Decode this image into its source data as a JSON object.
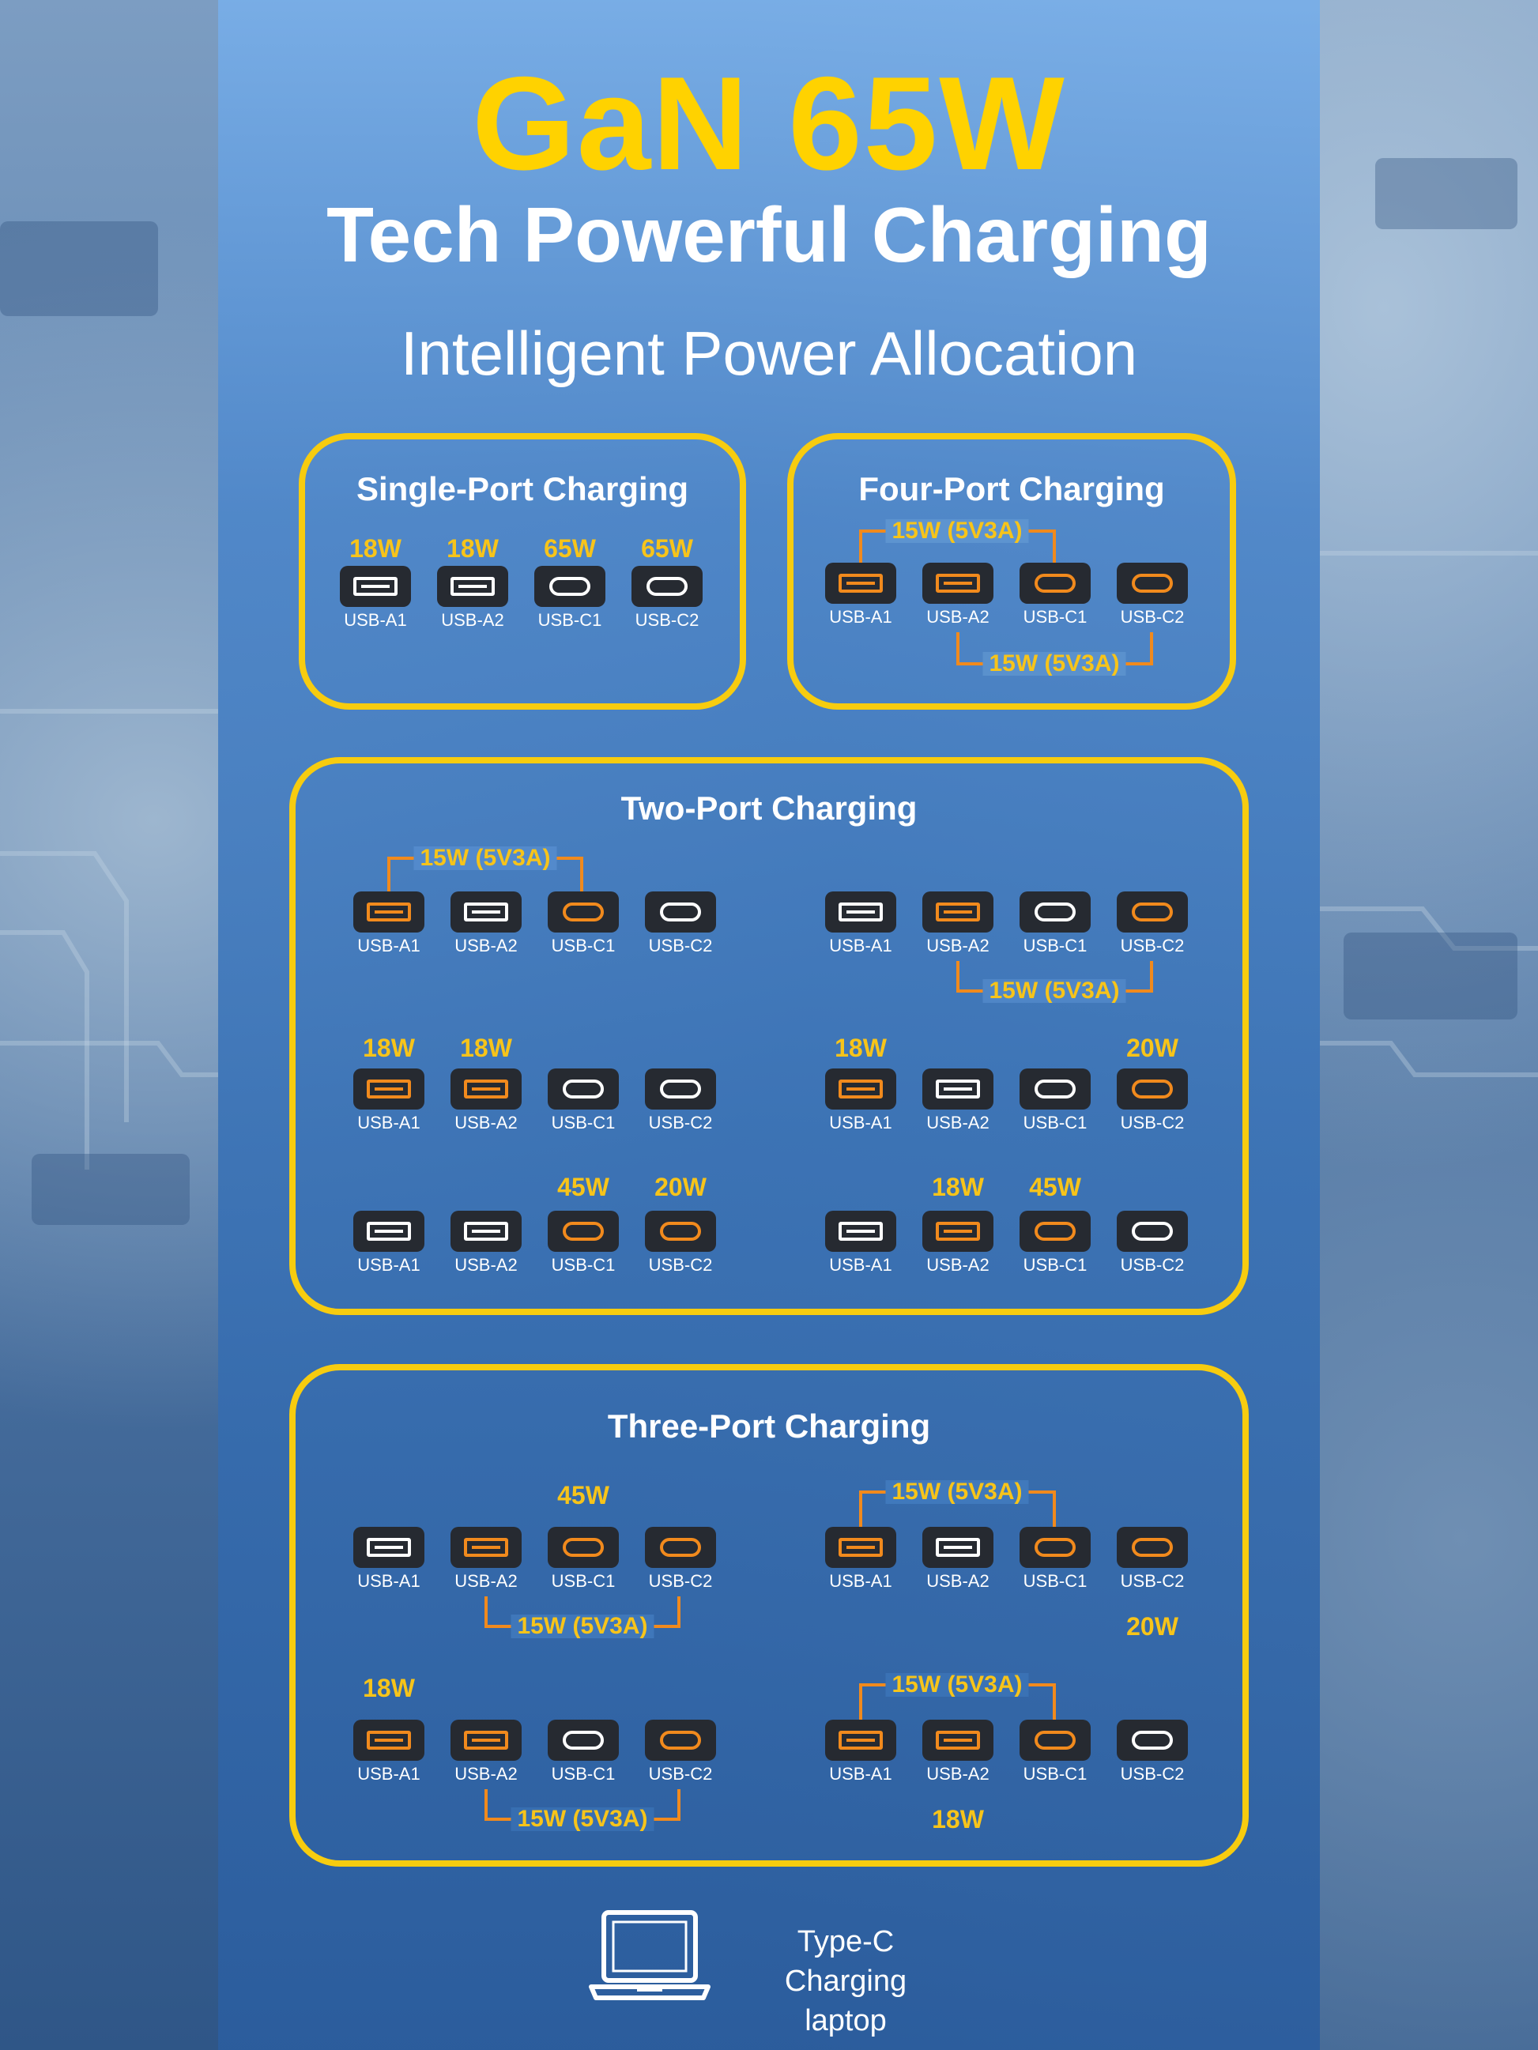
{
  "header": {
    "title": "GaN 65W",
    "subtitle": "Tech Powerful Charging",
    "section": "Intelligent Power Allocation"
  },
  "colors": {
    "accent_yellow": "#f7cc0f",
    "active_port": "#f18a1d",
    "inactive_port": "#ffffff"
  },
  "port_labels": [
    "USB-A1",
    "USB-A2",
    "USB-C1",
    "USB-C2"
  ],
  "boxes": {
    "single": {
      "title": "Single-Port Charging",
      "watts": [
        "18W",
        "18W",
        "65W",
        "65W"
      ]
    },
    "four": {
      "title": "Four-Port Charging",
      "shared_top": "15W (5V3A)",
      "shared_bottom": "15W (5V3A)"
    },
    "two": {
      "title": "Two-Port Charging",
      "combo1": {
        "shared": "15W (5V3A)"
      },
      "combo2": {
        "shared": "15W (5V3A)"
      },
      "combo3": {
        "w_a1": "18W",
        "w_a2": "18W"
      },
      "combo4": {
        "w_a1": "18W",
        "w_c2": "20W"
      },
      "combo5": {
        "w_c1": "45W",
        "w_c2": "20W"
      },
      "combo6": {
        "w_a2": "18W",
        "w_c1": "45W"
      }
    },
    "three": {
      "title": "Three-Port Charging",
      "combo1": {
        "w_c1": "45W",
        "shared": "15W (5V3A)"
      },
      "combo2": {
        "shared": "15W (5V3A)",
        "w_c2": "20W"
      },
      "combo3": {
        "w_a1": "18W",
        "shared": "15W (5V3A)"
      },
      "combo4": {
        "shared": "15W (5V3A)",
        "w_a2": "18W"
      }
    }
  },
  "legend": {
    "line1": "Type-C",
    "line2": "Charging laptop",
    "icon": "laptop-icon"
  }
}
